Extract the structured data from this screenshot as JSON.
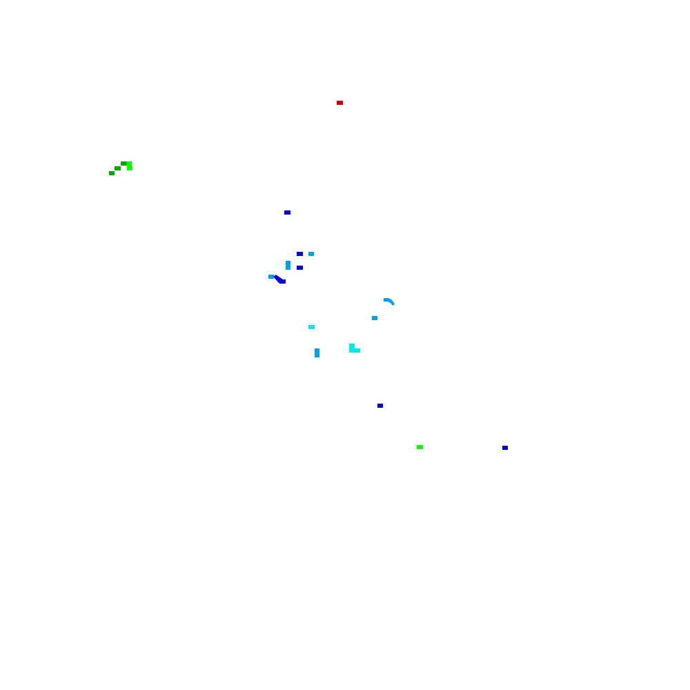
{
  "palette": {
    "background": "#ffffff",
    "red": "#d40000",
    "dark_green": "#00a800",
    "bright_green": "#00ff00",
    "blue": "#0000e0",
    "sky_blue": "#00a0f0",
    "cyan": "#00e8e8"
  },
  "marks": [
    {
      "name": "red-mark",
      "color_key": "red"
    },
    {
      "name": "green-trail-mark-1",
      "color_key": "dark_green"
    },
    {
      "name": "green-trail-mark-2",
      "color_key": "dark_green"
    },
    {
      "name": "green-trail-mark-3",
      "color_key": "dark_green"
    },
    {
      "name": "green-trail-mark-4",
      "color_key": "bright_green"
    },
    {
      "name": "green-trail-mark-5",
      "color_key": "bright_green"
    },
    {
      "name": "blue-mark-1",
      "color_key": "blue"
    },
    {
      "name": "blue-mark-2",
      "color_key": "blue"
    },
    {
      "name": "sky-blue-mark-1",
      "color_key": "sky_blue"
    },
    {
      "name": "sky-blue-mark-2",
      "color_key": "sky_blue"
    },
    {
      "name": "blue-mark-3",
      "color_key": "blue"
    },
    {
      "name": "sky-blue-mark-3",
      "color_key": "sky_blue"
    },
    {
      "name": "blue-stroke-mark",
      "color_key": "blue"
    },
    {
      "name": "blue-mark-4",
      "color_key": "blue"
    },
    {
      "name": "sky-blue-arc-mark",
      "color_key": "sky_blue"
    },
    {
      "name": "sky-blue-mark-4",
      "color_key": "sky_blue"
    },
    {
      "name": "cyan-mark-1",
      "color_key": "cyan"
    },
    {
      "name": "sky-blue-mark-5",
      "color_key": "sky_blue"
    },
    {
      "name": "cyan-l-mark-a",
      "color_key": "cyan"
    },
    {
      "name": "cyan-l-mark-b",
      "color_key": "cyan"
    },
    {
      "name": "blue-mark-5",
      "color_key": "blue"
    },
    {
      "name": "green-mark",
      "color_key": "bright_green"
    },
    {
      "name": "blue-mark-6",
      "color_key": "blue"
    }
  ]
}
